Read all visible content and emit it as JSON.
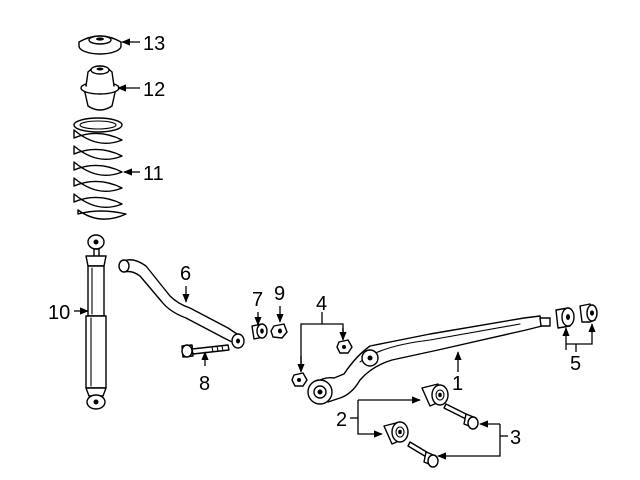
{
  "callouts": {
    "c1": "1",
    "c2": "2",
    "c3": "3",
    "c4": "4",
    "c5": "5",
    "c6": "6",
    "c7": "7",
    "c8": "8",
    "c9": "9",
    "c10": "10",
    "c11": "11",
    "c12": "12",
    "c13": "13"
  },
  "parts": [
    {
      "callout": "1",
      "part": "lower-control-arm"
    },
    {
      "callout": "2",
      "part": "bushing"
    },
    {
      "callout": "3",
      "part": "bolt"
    },
    {
      "callout": "4",
      "part": "nut"
    },
    {
      "callout": "5",
      "part": "bushing"
    },
    {
      "callout": "6",
      "part": "stabilizer-bar"
    },
    {
      "callout": "7",
      "part": "bushing"
    },
    {
      "callout": "8",
      "part": "bolt"
    },
    {
      "callout": "9",
      "part": "nut"
    },
    {
      "callout": "10",
      "part": "shock-absorber"
    },
    {
      "callout": "11",
      "part": "coil-spring"
    },
    {
      "callout": "12",
      "part": "spring-isolator"
    },
    {
      "callout": "13",
      "part": "spring-seat"
    }
  ],
  "colors": {
    "line": "#000000",
    "background": "#ffffff"
  }
}
